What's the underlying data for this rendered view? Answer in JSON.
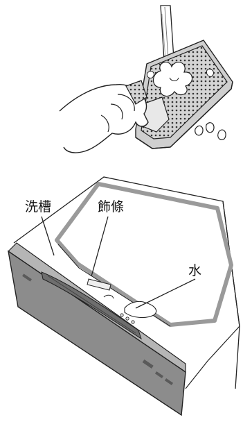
{
  "labels": {
    "wash_tank": "洗槽",
    "trim": "飾條",
    "water": "水"
  },
  "colors": {
    "outline": "#222222",
    "gasket": "#9a9a9a",
    "door_face": "#8c8c8c",
    "door_side": "#b5b5b5",
    "filter_fill": "#c9c9c9",
    "water": "#ffffff"
  },
  "icons": [
    "water-stream-icon",
    "filter-icon",
    "hand-icon",
    "water-drop-icon"
  ]
}
